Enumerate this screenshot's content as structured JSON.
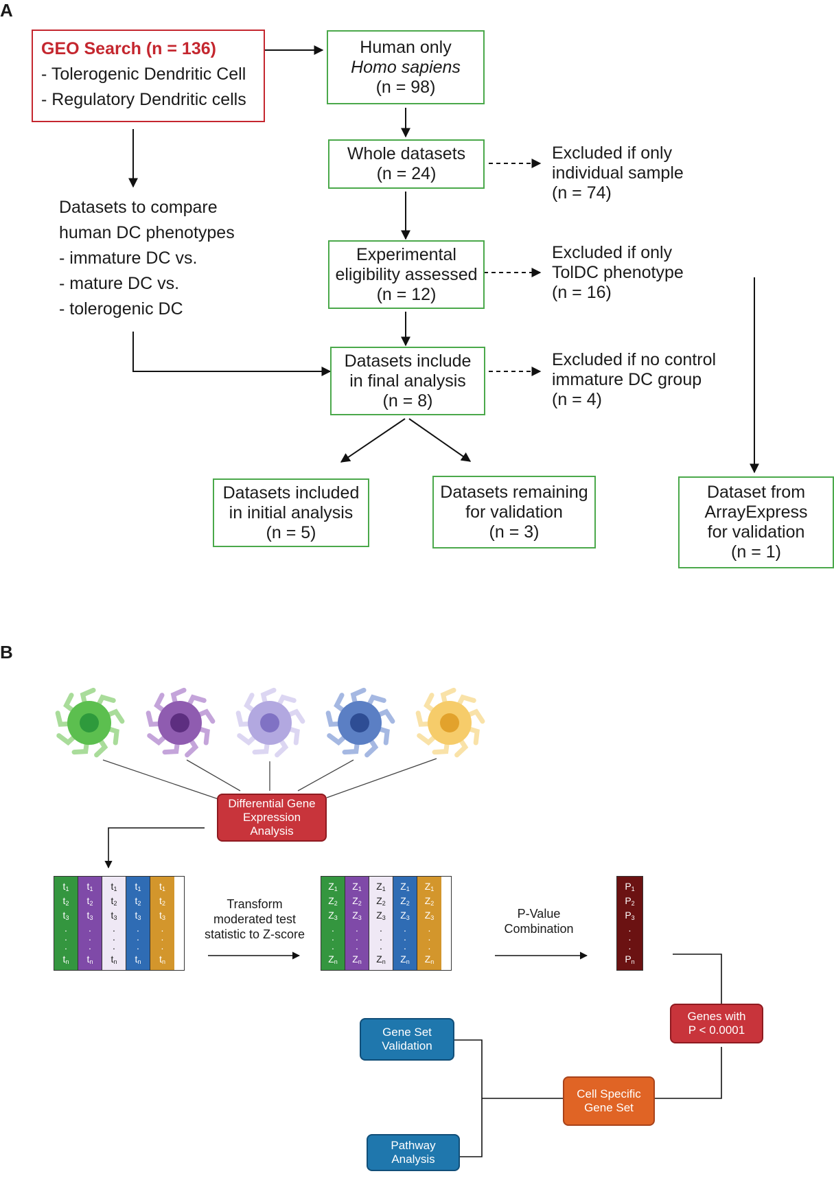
{
  "panel_a": {
    "label": "A",
    "geo": {
      "title": "GEO Search (n = 136)",
      "items": [
        "- Tolerogenic Dendritic Cell",
        "- Regulatory Dendritic cells"
      ]
    },
    "human": [
      "Human only",
      "Homo sapiens",
      "(n = 98)"
    ],
    "whole": [
      "Whole datasets",
      "(n = 24)"
    ],
    "excl1": [
      "Excluded if only",
      "individual sample",
      "(n = 74)"
    ],
    "exper": [
      "Experimental",
      "eligibility assessed",
      "(n = 12)"
    ],
    "excl2": [
      "Excluded if only",
      "TolDC phenotype",
      "(n = 16)"
    ],
    "compare": [
      "Datasets to compare",
      "human DC phenotypes",
      "- immature DC vs.",
      "- mature DC vs.",
      "- tolerogenic DC"
    ],
    "final": [
      "Datasets include",
      "in final analysis",
      "(n = 8)"
    ],
    "excl3": [
      "Excluded if no control",
      "immature DC group",
      "(n = 4)"
    ],
    "initial": [
      "Datasets included",
      "in initial analysis",
      "(n = 5)"
    ],
    "remaining": [
      "Datasets remaining",
      "for validation",
      "(n = 3)"
    ],
    "arrayexpress": [
      "Dataset from",
      "ArrayExpress",
      "for validation",
      "(n = 1)"
    ]
  },
  "panel_b": {
    "label": "B",
    "dge": [
      "Differential Gene",
      "Expression",
      "Analysis"
    ],
    "transform": [
      "Transform",
      "moderated test",
      "statistic to Z-score"
    ],
    "pvalue": [
      "P-Value",
      "Combination"
    ],
    "genes": [
      "Genes with",
      "P < 0.0001"
    ],
    "cellspecific": [
      "Cell Specific",
      "Gene Set"
    ],
    "genesetval": [
      "Gene Set",
      "Validation"
    ],
    "pathway": [
      "Pathway",
      "Analysis"
    ],
    "t_symbols": [
      "t",
      "t",
      "t",
      "t"
    ],
    "t_subs": [
      "1",
      "2",
      "3",
      "n"
    ],
    "z_symbols": [
      "Z",
      "Z",
      "Z",
      "Z"
    ],
    "z_subs": [
      "1",
      "2",
      "3",
      "n"
    ],
    "p_symbols": [
      "P",
      "P",
      "P",
      "P"
    ],
    "p_subs": [
      "1",
      "2",
      "3",
      "n"
    ],
    "dot": ".",
    "cell_icons": [
      {
        "name": "green-dendritic-cell-icon",
        "body": "#5cbf4f",
        "nucleus": "#2e9a3c",
        "arms": "#a9dc9a"
      },
      {
        "name": "purple-dendritic-cell-icon",
        "body": "#8f5cb0",
        "nucleus": "#5d2e80",
        "arms": "#c4a4da"
      },
      {
        "name": "lavender-dendritic-cell-icon",
        "body": "#b2a8e0",
        "nucleus": "#8072c4",
        "arms": "#dcd6f2"
      },
      {
        "name": "blue-dendritic-cell-icon",
        "body": "#5b7fc4",
        "nucleus": "#2e4d94",
        "arms": "#a5b8e2"
      },
      {
        "name": "yellow-dendritic-cell-icon",
        "body": "#f6cc6a",
        "nucleus": "#e2a22c",
        "arms": "#f9e2a8"
      }
    ],
    "column_colors": [
      "#34963f",
      "#7f4aa8",
      "#efe8f5",
      "#2f6cb4",
      "#d3962c"
    ],
    "p_color": "#6b1212"
  }
}
